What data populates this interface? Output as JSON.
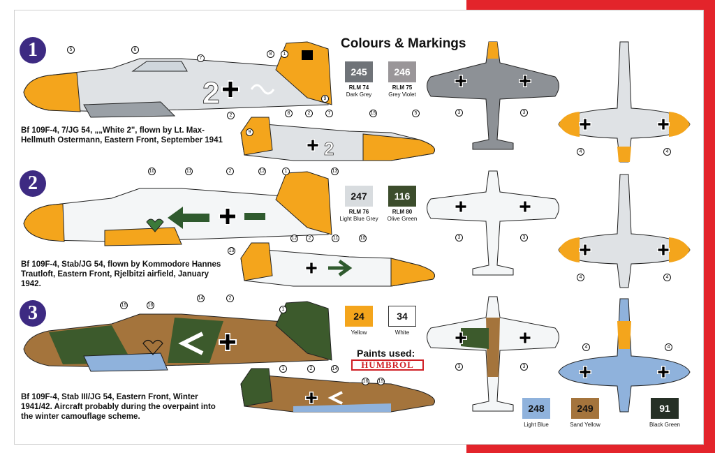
{
  "title": "Colours & Markings",
  "schemes": [
    {
      "number": "1",
      "caption": "Bf 109F-4, 7/JG 54, „„White 2\", flown by Lt. Max-Hellmuth Ostermann, Eastern Front, September 1941"
    },
    {
      "number": "2",
      "caption": "Bf 109F-4, Stab/JG 54, flown by Kommodore Hannes Trautloft, Eastern Front, Rjelbitzi airfield, January 1942."
    },
    {
      "number": "3",
      "caption": "Bf 109F-4, Stab III/JG 54, Eastern Front, Winter 1941/42. Aircraft probably during the overpaint into the winter camouflage scheme."
    }
  ],
  "swatches": [
    {
      "code": "245",
      "name": "RLM 74",
      "desc": "Dark Grey",
      "color": "#6f7378",
      "text_color": "#ffffff"
    },
    {
      "code": "246",
      "name": "RLM 75",
      "desc": "Grey Violet",
      "color": "#9a9699",
      "text_color": "#ffffff"
    },
    {
      "code": "247",
      "name": "RLM 76",
      "desc": "Light Blue Grey",
      "color": "#d8dcdf",
      "text_color": "#111111"
    },
    {
      "code": "116",
      "name": "RLM 80",
      "desc": "Olive Green",
      "color": "#3c4d2c",
      "text_color": "#ffffff"
    },
    {
      "code": "24",
      "name": "",
      "desc": "Yellow",
      "color": "#f4a51c",
      "text_color": "#111111"
    },
    {
      "code": "34",
      "name": "",
      "desc": "White",
      "color": "#ffffff",
      "text_color": "#111111"
    },
    {
      "code": "248",
      "name": "",
      "desc": "Light Blue",
      "color": "#8fb2dc",
      "text_color": "#111111"
    },
    {
      "code": "249",
      "name": "",
      "desc": "Sand Yellow",
      "color": "#a4743c",
      "text_color": "#111111"
    },
    {
      "code": "91",
      "name": "",
      "desc": "Black Green",
      "color": "#263026",
      "text_color": "#ffffff"
    }
  ],
  "paints_used": "Paints used:",
  "brand": "HUMBROL",
  "markers": [
    "1",
    "2",
    "3",
    "4",
    "5",
    "6",
    "7",
    "8",
    "9",
    "10",
    "11",
    "12",
    "13",
    "14",
    "15",
    "16"
  ],
  "colors": {
    "yellow": "#f4a51c",
    "white": "#ffffff",
    "grey_light": "#d8dcdf",
    "grey_dark": "#6f7378",
    "olive": "#3c4d2c",
    "brown": "#a4743c",
    "blue": "#8fb2dc",
    "red": "#e3242b"
  }
}
